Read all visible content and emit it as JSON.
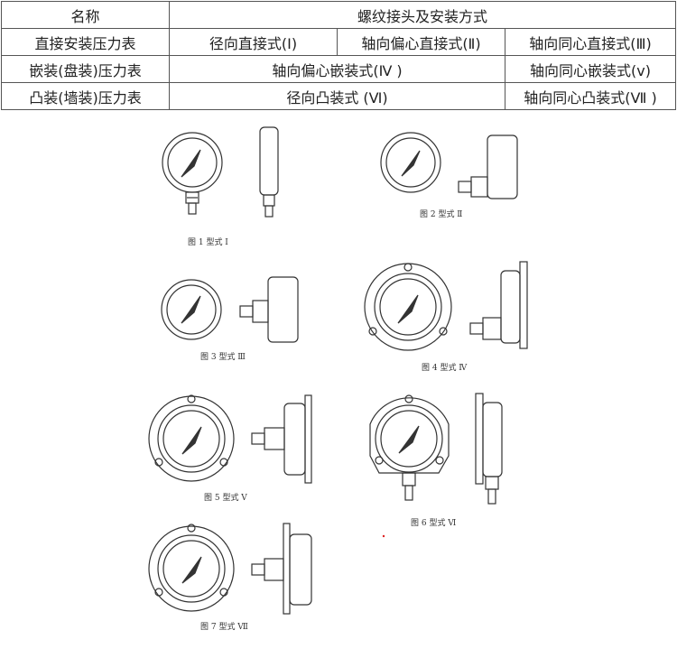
{
  "table": {
    "header": {
      "name": "名称",
      "method": "螺纹接头及安装方式"
    },
    "rows": [
      {
        "name": "直接安装压力表",
        "cells": [
          "径向直接式(I)",
          "轴向偏心直接式(Ⅱ)",
          "轴向同心直接式(Ⅲ)"
        ]
      },
      {
        "name": "嵌装(盘装)压力表",
        "cells": [
          "轴向偏心嵌装式(Ⅳ )",
          "轴向同心嵌装式(v)"
        ]
      },
      {
        "name": "凸装(墙装)压力表",
        "cells": [
          "径向凸装式 (Ⅵ)",
          "轴向同心凸装式(Ⅶ )"
        ]
      }
    ]
  },
  "figures": [
    {
      "caption": "图 1   型式 Ⅰ"
    },
    {
      "caption": "图 2   型式 Ⅱ"
    },
    {
      "caption": "图 3   型式 Ⅲ"
    },
    {
      "caption": "图 4   型式 Ⅳ"
    },
    {
      "caption": "图 5   型式 Ⅴ"
    },
    {
      "caption": "图 6   型式 Ⅵ"
    },
    {
      "caption": "图 7   型式 Ⅶ"
    }
  ]
}
